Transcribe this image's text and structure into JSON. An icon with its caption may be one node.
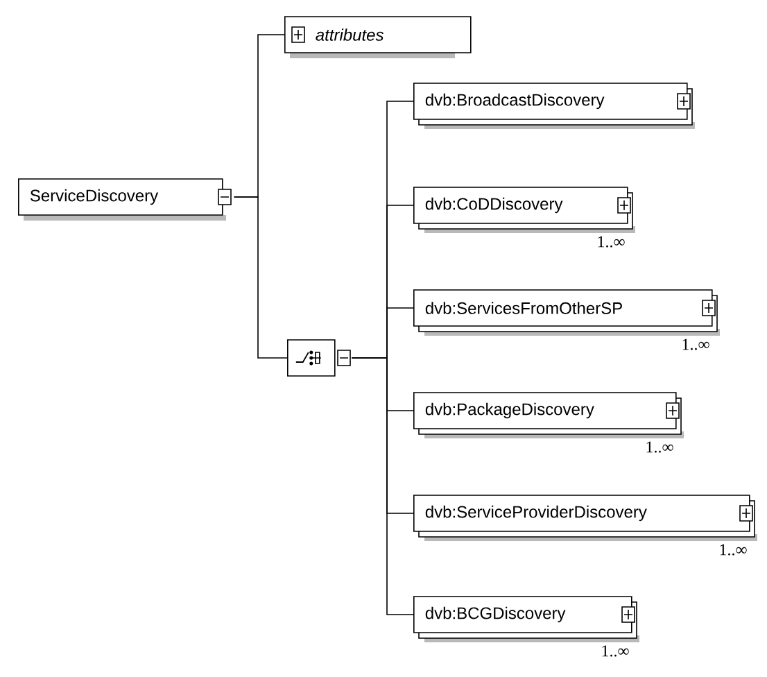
{
  "diagram": {
    "nodes": [
      {
        "text": [
          "ServiceDiscovery"
        ]
      },
      {
        "text": [
          "attributes"
        ]
      },
      {
        "text": [],
        "shape": "octagon"
      },
      {
        "text": [
          "dvb:BroadcastDiscovery"
        ]
      },
      {
        "text": [
          "dvb:CoDDiscovery"
        ],
        "beside": [
          "1..∞"
        ]
      },
      {
        "text": [
          "dvb:ServicesFromOtherSP"
        ],
        "beside": [
          "1..∞"
        ]
      },
      {
        "text": [
          "dvb:PackageDiscovery"
        ],
        "beside": [
          "1..∞"
        ]
      },
      {
        "text": [
          "dvb:ServiceProviderDiscovery"
        ],
        "beside": [
          "1..∞"
        ]
      },
      {
        "text": [
          "dvb:BCGDiscovery"
        ],
        "beside": [
          "1..∞"
        ]
      }
    ],
    "edges": [
      {
        "from": 0,
        "to": 1,
        "arrow": "none"
      },
      {
        "from": 0,
        "to": 2,
        "arrow": "none"
      },
      {
        "from": 2,
        "to": 3,
        "arrow": "none"
      },
      {
        "from": 2,
        "to": 4,
        "arrow": "none"
      },
      {
        "from": 2,
        "to": 5,
        "arrow": "none"
      },
      {
        "from": 2,
        "to": 6,
        "arrow": "none"
      },
      {
        "from": 2,
        "to": 7,
        "arrow": "none"
      },
      {
        "from": 2,
        "to": 8,
        "arrow": "none"
      }
    ]
  }
}
